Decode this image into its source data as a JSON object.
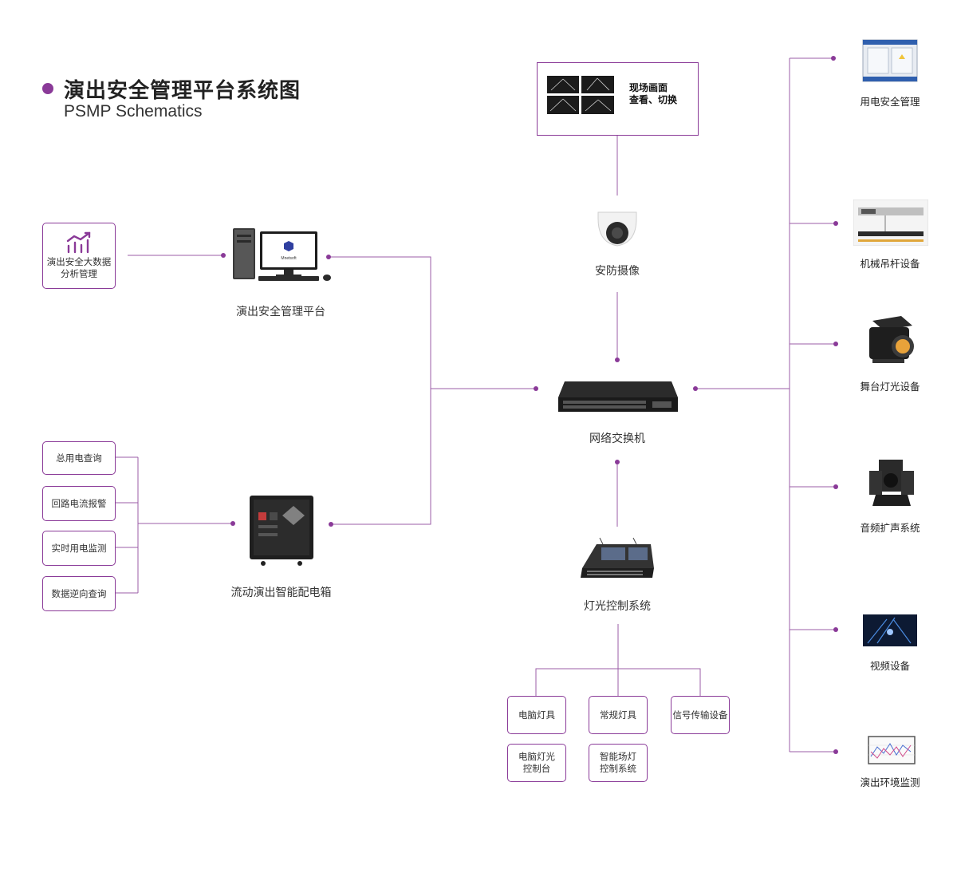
{
  "header": {
    "title_cn": "演出安全管理平台系统图",
    "title_en": "PSMP Schematics"
  },
  "colors": {
    "accent": "#8a3a98",
    "line": "#9b5ca7"
  },
  "left_box": {
    "label_line1": "演出安全大数据",
    "label_line2": "分析管理",
    "icon": "analytics-chart-icon"
  },
  "platform": {
    "label": "演出安全管理平台",
    "icon": "desktop-computer-icon",
    "screen_text": "Mnetsoft"
  },
  "power_box": {
    "label": "流动演出智能配电箱",
    "icon": "power-distribution-box-icon",
    "features": [
      "总用电查询",
      "回路电流报警",
      "实时用电监测",
      "数据逆向查询"
    ]
  },
  "live_feed": {
    "line1": "现场画面",
    "line2": "查看、切换",
    "icon": "video-thumbnails-icon"
  },
  "camera": {
    "label": "安防摄像",
    "icon": "dome-camera-icon"
  },
  "switch": {
    "label": "网络交换机",
    "icon": "network-switch-icon"
  },
  "lighting_control": {
    "label": "灯光控制系统",
    "icon": "lighting-console-icon",
    "items": [
      {
        "l1": "电脑灯具",
        "l2": ""
      },
      {
        "l1": "常规灯具",
        "l2": ""
      },
      {
        "l1": "信号传输设备",
        "l2": ""
      },
      {
        "l1": "电脑灯光",
        "l2": "控制台"
      },
      {
        "l1": "智能场灯",
        "l2": "控制系统"
      }
    ]
  },
  "devices": [
    {
      "label": "用电安全管理",
      "icon": "electrical-cabinet-icon"
    },
    {
      "label": "机械吊杆设备",
      "icon": "mechanical-hoist-icon"
    },
    {
      "label": "舞台灯光设备",
      "icon": "stage-spotlight-icon"
    },
    {
      "label": "音频扩声系统",
      "icon": "speaker-system-icon"
    },
    {
      "label": "视频设备",
      "icon": "video-screen-icon"
    },
    {
      "label": "演出环境监测",
      "icon": "environment-monitor-icon"
    }
  ]
}
